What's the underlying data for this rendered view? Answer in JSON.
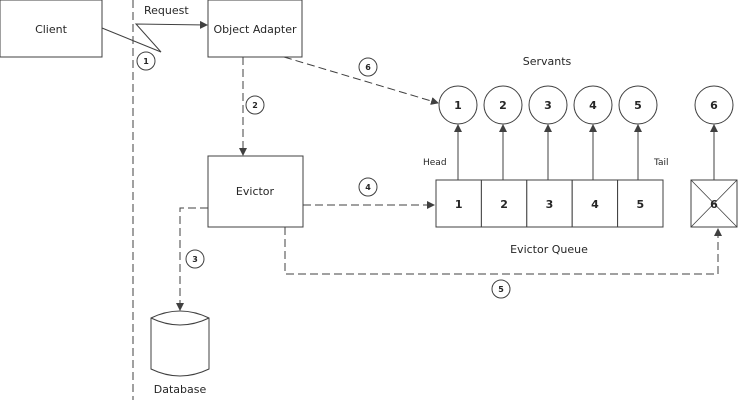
{
  "diagram": {
    "nodes": {
      "client": "Client",
      "object_adapter": "Object Adapter",
      "evictor": "Evictor",
      "database": "Database"
    },
    "labels": {
      "request": "Request",
      "servants": "Servants",
      "head": "Head",
      "tail": "Tail",
      "evictor_queue": "Evictor Queue"
    },
    "servants": [
      "1",
      "2",
      "3",
      "4",
      "5"
    ],
    "queue_cells": [
      "1",
      "2",
      "3",
      "4",
      "5"
    ],
    "evicted_servant": "6",
    "evicted_cell": "6",
    "steps": [
      "1",
      "2",
      "3",
      "4",
      "5",
      "6"
    ]
  },
  "colors": {
    "stroke": "#404040",
    "text": "#262626",
    "background": "#ffffff"
  }
}
